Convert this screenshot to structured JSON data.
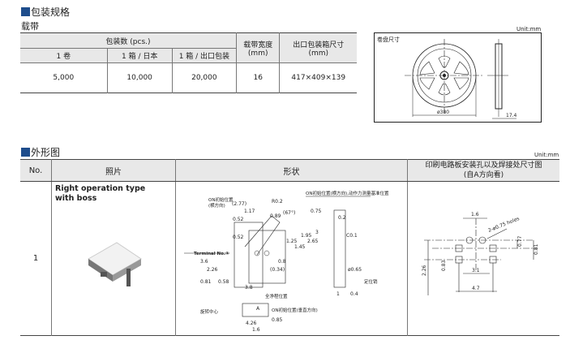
{
  "packaging": {
    "title": "包装规格",
    "subtitle": "载带",
    "unit": "Unit:mm",
    "headers": {
      "qty": "包装数 (pcs.)",
      "reel": "1 卷",
      "box_jp": "1 箱 / 日本",
      "box_export": "1 箱 / 出口包装",
      "tape_width": "载带宽度",
      "tape_width_unit": "(mm)",
      "box_size": "出口包装箱尺寸",
      "box_size_unit": "(mm)"
    },
    "row": {
      "reel": "5,000",
      "box_jp": "10,000",
      "box_export": "20,000",
      "tape_width": "16",
      "box_size": "417×409×139"
    },
    "reel_drawing": {
      "label": "卷盘尺寸",
      "diameter": "ø380",
      "width": "17.4"
    }
  },
  "outline": {
    "title": "外形图",
    "unit": "Unit:mm",
    "headers": {
      "no": "No.",
      "photo": "照片",
      "shape": "形状",
      "pcb": "印刷电路板安装孔以及焊接处尺寸图",
      "pcb_sub": "(自A方向看)"
    },
    "row": {
      "no": "1",
      "type_line1": "Right operation type",
      "type_line2": "with boss"
    },
    "shape_labels": {
      "on_init": "ON初始位置",
      "lateral": "(横方向)",
      "on_init_lateral": "ON初始位置(横方向),动作力测量基准位置",
      "terminal": "Terminal No.①",
      "free": "全净程位置",
      "rotation": "旋转中心",
      "on_vertical": "ON初始位置(垂直方向)",
      "locating": "定位销",
      "arrow_a": "A",
      "dims": [
        "(2.77)",
        "1.17",
        "0.52",
        "R0.2",
        "0.89",
        "(67°)",
        "0.75",
        "0.2",
        "0.52",
        "3.6",
        "2.26",
        "0.81",
        "0.58",
        "3.8",
        "(0.34)",
        "0.8",
        "1.25",
        "1.45",
        "1.95",
        "2.65",
        "3",
        "C0.1",
        "ø0.65",
        "1",
        "0.4",
        "4.26",
        "0.85",
        "1.6"
      ]
    },
    "pcb_labels": {
      "pitch": "1.6",
      "holes": "2-ø0.75 holes",
      "h1": "0.77",
      "h2": "0.81",
      "h3": "2.26",
      "h4": "0.83",
      "w1": "3.1",
      "w2": "4.7"
    }
  }
}
